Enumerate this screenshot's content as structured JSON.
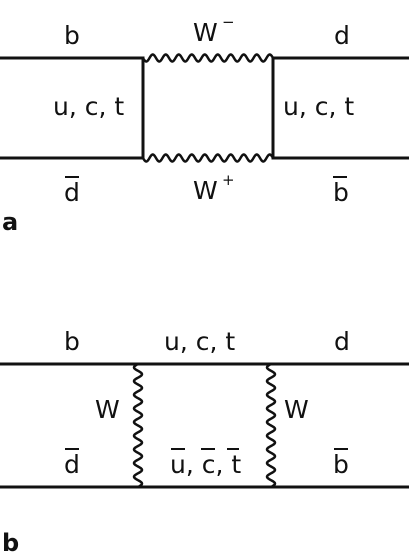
{
  "diagram_a": {
    "panel_label": "a",
    "top_left_quark": "b",
    "top_right_quark": "d",
    "top_boson": "W",
    "top_boson_charge": "−",
    "bottom_boson": "W",
    "bottom_boson_charge": "+",
    "left_internal": "u, c, t",
    "right_internal": "u, c, t",
    "bottom_left_antiquark": "d",
    "bottom_right_antiquark": "b"
  },
  "diagram_b": {
    "panel_label": "b",
    "top_left_quark": "b",
    "top_internal": "u, c, t",
    "top_right_quark": "d",
    "left_boson": "W",
    "right_boson": "W",
    "bottom_left_antiquark": "d",
    "bottom_internal": "u, c, t",
    "bottom_right_antiquark": "b"
  }
}
